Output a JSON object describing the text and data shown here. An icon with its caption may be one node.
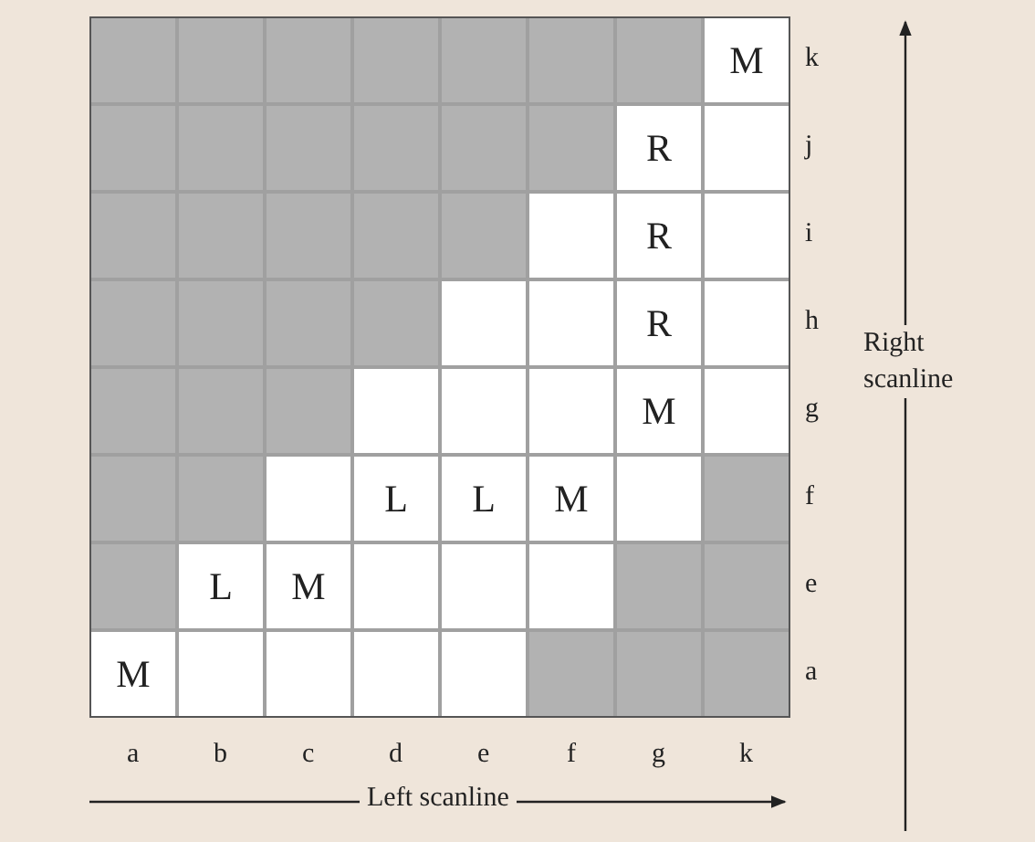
{
  "diagram": {
    "labels": [
      "M",
      "k",
      "R",
      "j",
      "R",
      "i",
      "R",
      "h",
      "Right scanline",
      "M",
      "g",
      "L",
      "L",
      "M",
      "f",
      "L",
      "M",
      "e",
      "M",
      "a",
      "a",
      "b",
      "c",
      "d",
      "e",
      "f",
      "g",
      "k",
      "Left scanline"
    ]
  }
}
